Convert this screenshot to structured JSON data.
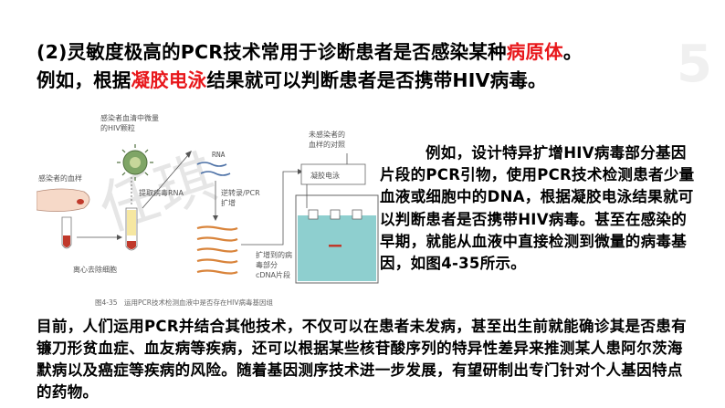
{
  "slide": {
    "number": "5"
  },
  "heading": {
    "line1_prefix": "(2)灵敏度极高的PCR技术常用于诊断患者是否感染某种",
    "line1_highlight": "病原体",
    "line1_suffix": "。",
    "line2_prefix": "例如，根据",
    "line2_highlight": "凝胶电泳",
    "line2_suffix": "结果就可以判断患者是否携带HIV病毒。"
  },
  "figure": {
    "label_patient_blood": "感染者的血样",
    "label_virus_line1": "感染者血清中微量",
    "label_virus_line2": "的HIV颗粒",
    "label_centrifuge": "离心去除细胞",
    "label_extract": "提取病毒RNA",
    "label_rna": "RNA",
    "label_rt_line1": "逆转录/PCR",
    "label_rt_line2": "扩增",
    "label_control_line1": "未感染者的",
    "label_control_line2": "血样的对照",
    "label_gel": "凝胶电泳",
    "label_amp_line1": "扩增到的病",
    "label_amp_line2": "毒部分",
    "label_amp_line3": "cDNA片段",
    "watermark": "任琪",
    "caption": "图4-35　运用PCR技术检测血液中是否存在HIV病毒基因组",
    "accent_color": "#c0392b"
  },
  "right_text": "例如，设计特异扩增HIV病毒部分基因片段的PCR引物，使用PCR技术检测患者少量血液或细胞中的DNA，根据凝胶电泳结果就可以判断患者是否携带HIV病毒。甚至在感染的早期，就能从血液中直接检测到微量的病毒基因，如图4-35所示。",
  "bottom_text": "目前，人们运用PCR并结合其他技术，不仅可以在患者未发病，甚至出生前就能确诊其是否患有镰刀形贫血症、血友病等疾病，还可以根据某些核苷酸序列的特异性差异来推测某人患阿尔茨海默病以及癌症等疾病的风险。随着基因测序技术进一步发展，有望研制出专门针对个人基因特点的药物。"
}
